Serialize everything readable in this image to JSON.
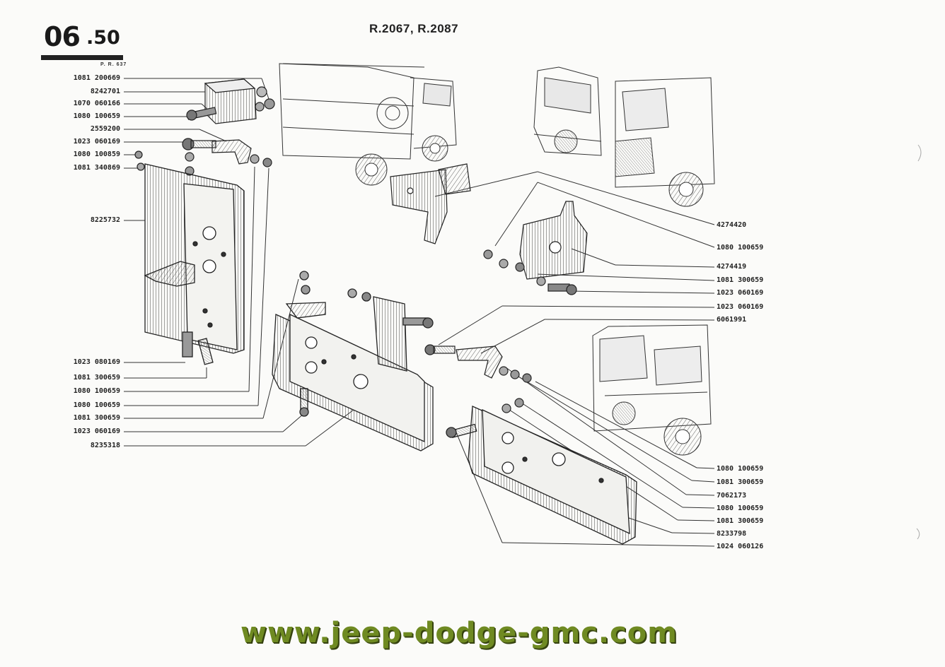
{
  "header": {
    "section_major": "06",
    "section_minor": ".50",
    "plate_code": "P. R. 637",
    "models": "R.2067, R.2087"
  },
  "parts_left": [
    {
      "id": "lbl-1",
      "text": "1081 200669"
    },
    {
      "id": "lbl-2",
      "text": "8242701"
    },
    {
      "id": "lbl-3",
      "text": "1070 060166"
    },
    {
      "id": "lbl-4",
      "text": "1080 100659"
    },
    {
      "id": "lbl-5",
      "text": "2559200"
    },
    {
      "id": "lbl-6",
      "text": "1023 060169"
    },
    {
      "id": "lbl-7",
      "text": "1080 100859"
    },
    {
      "id": "lbl-8",
      "text": "1081 340869"
    },
    {
      "id": "lbl-9",
      "text": "8225732"
    },
    {
      "id": "lbl-10",
      "text": "1023 080169"
    },
    {
      "id": "lbl-11",
      "text": "1081 300659"
    },
    {
      "id": "lbl-12",
      "text": "1080 100659"
    },
    {
      "id": "lbl-13",
      "text": "1080 100659"
    },
    {
      "id": "lbl-14",
      "text": "1081 300659"
    },
    {
      "id": "lbl-15",
      "text": "1023 060169"
    },
    {
      "id": "lbl-16",
      "text": "8235318"
    }
  ],
  "parts_right": [
    {
      "id": "rlbl-1",
      "text": "4274420"
    },
    {
      "id": "rlbl-2",
      "text": "1080 100659"
    },
    {
      "id": "rlbl-3",
      "text": "4274419"
    },
    {
      "id": "rlbl-4",
      "text": "1081 300659"
    },
    {
      "id": "rlbl-5",
      "text": "1023 060169"
    },
    {
      "id": "rlbl-6",
      "text": "1023 060169"
    },
    {
      "id": "rlbl-7",
      "text": "6061991"
    },
    {
      "id": "rlbl-8",
      "text": "1080 100659"
    },
    {
      "id": "rlbl-9",
      "text": "1081 300659"
    },
    {
      "id": "rlbl-10",
      "text": "7062173"
    },
    {
      "id": "rlbl-11",
      "text": "1080 100659"
    },
    {
      "id": "rlbl-12",
      "text": "1081 300659"
    },
    {
      "id": "rlbl-13",
      "text": "8233798"
    },
    {
      "id": "rlbl-14",
      "text": "1024 060126"
    }
  ],
  "footer": {
    "website": "www.jeep-dodge-gmc.com"
  },
  "colors": {
    "ink": "#222222",
    "paper": "#fbfbf9",
    "watermark": "#6f8a22"
  }
}
